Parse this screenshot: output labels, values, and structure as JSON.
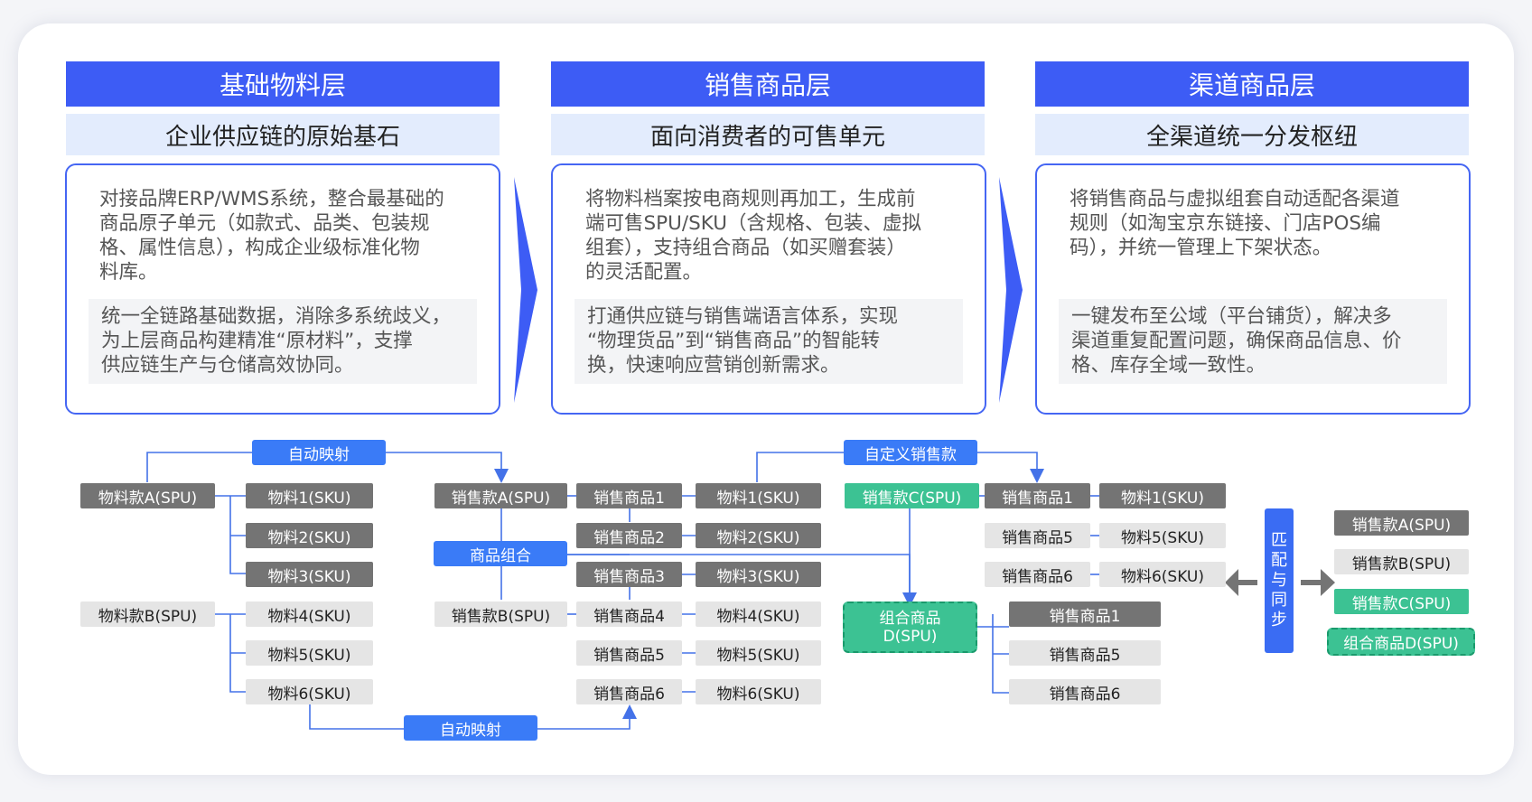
{
  "columns": [
    {
      "title": "基础物料层",
      "subtitle": "企业供应链的原始基石",
      "description": [
        "对接品牌ERP/WMS系统，整合最基础的",
        "商品原子单元（如款式、品类、包装规",
        "格、属性信息），构成企业级标准化物",
        "料库。"
      ],
      "highlight": [
        "统一全链路基础数据，消除多系统歧义，",
        "为上层商品构建精准“原材料”，支撑",
        "供应链生产与仓储高效协同。"
      ]
    },
    {
      "title": "销售商品层",
      "subtitle": "面向消费者的可售单元",
      "description": [
        "将物料档案按电商规则再加工，生成前",
        "端可售SPU/SKU（含规格、包装、虚拟",
        "组套），支持组合商品（如买赠套装）",
        "的灵活配置。"
      ],
      "highlight": [
        "打通供应链与销售端语言体系，实现",
        "“物理货品”到“销售商品”的智能转",
        "换，快速响应营销创新需求。"
      ]
    },
    {
      "title": "渠道商品层",
      "subtitle": "全渠道统一分发枢纽",
      "description": [
        "将销售商品与虚拟组套自动适配各渠道",
        "规则（如淘宝京东链接、门店POS编",
        "码），并统一管理上下架状态。"
      ],
      "highlight": [
        "一键发布至公域（平台铺货），解决多",
        "渠道重复配置问题，确保商品信息、价",
        "格、库存全域一致性。"
      ]
    }
  ],
  "diagram": {
    "auto_map": "自动映射",
    "custom_sale": "自定义销售款",
    "product_combo": "商品组合",
    "spu_a": "物料款A(SPU)",
    "spu_b": "物料款B(SPU)",
    "m1": "物料1(SKU)",
    "m2": "物料2(SKU)",
    "m3": "物料3(SKU)",
    "m4": "物料4(SKU)",
    "m5": "物料5(SKU)",
    "m6": "物料6(SKU)",
    "sale_a": "销售款A(SPU)",
    "sale_b": "销售款B(SPU)",
    "sale_c": "销售款C(SPU)",
    "combo_d_line1": "组合商品",
    "combo_d_line2": "D(SPU)",
    "combo_d": "组合商品D(SPU)",
    "sp1": "销售商品1",
    "sp2": "销售商品2",
    "sp3": "销售商品3",
    "sp4": "销售商品4",
    "sp5": "销售商品5",
    "sp6": "销售商品6",
    "match_sync": [
      "匹",
      "配",
      "与",
      "同",
      "步"
    ]
  },
  "colors": {
    "primary_blue": "#3d5cf5",
    "header_light": "#e3ecfd",
    "dark_node": "#747474",
    "light_node": "#e5e5e5",
    "green_node": "#3cc293",
    "connector": "#4472e8"
  }
}
